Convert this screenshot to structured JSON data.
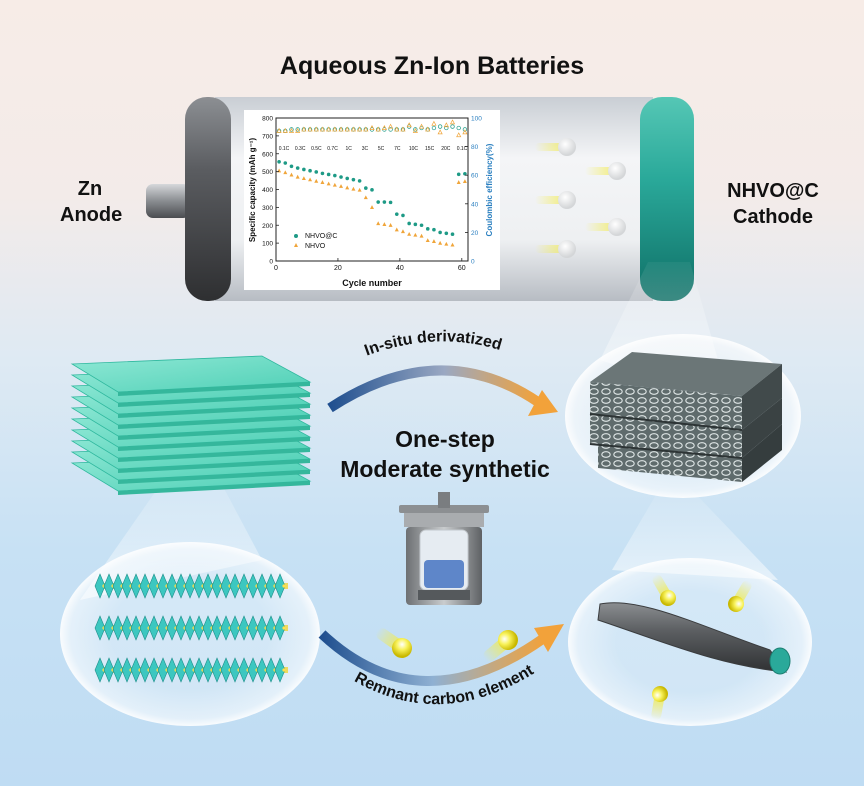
{
  "title": "Aqueous Zn-Ion Batteries",
  "anode": {
    "line1": "Zn",
    "line2": "Anode"
  },
  "cathode": {
    "line1": "NHVO@C",
    "line2": "Cathode"
  },
  "process": {
    "top_arrow": "In-situ derivatized",
    "bottom_arrow": "Remnant carbon element",
    "center_line1": "One-step",
    "center_line2": "Moderate synthetic"
  },
  "colors": {
    "teal": "#2aa99a",
    "arrow_start": "#1f4f8f",
    "arrow_end": "#f2a23a",
    "ion": "#f3ec4a"
  },
  "chart_data": {
    "type": "scatter",
    "xlabel": "Cycle number",
    "ylabel": "Specific capacity (mAh g⁻¹)",
    "y2label": "Coulombic efficiency(%)",
    "xlim": [
      0,
      62
    ],
    "ylim": [
      0,
      800
    ],
    "y2lim": [
      0,
      100
    ],
    "xticks": [
      "0",
      "20",
      "40",
      "60"
    ],
    "yticks": [
      "0",
      "100",
      "200",
      "300",
      "400",
      "500",
      "600",
      "700",
      "800"
    ],
    "y2ticks": [
      "0",
      "20",
      "40",
      "60",
      "80",
      "100"
    ],
    "rate_labels": [
      "0.1C",
      "0.3C",
      "0.5C",
      "0.7C",
      "1C",
      "3C",
      "5C",
      "7C",
      "10C",
      "15C",
      "20C",
      "0.1C"
    ],
    "legend": [
      "NHVO@C",
      "NHVO"
    ],
    "series": [
      {
        "name": "NHVO@C",
        "color": "#1e9a86",
        "x": [
          1,
          3,
          5,
          7,
          9,
          11,
          13,
          15,
          17,
          19,
          21,
          23,
          25,
          27,
          29,
          31,
          33,
          35,
          37,
          39,
          41,
          43,
          45,
          47,
          49,
          51,
          53,
          55,
          57,
          59,
          61
        ],
        "values": [
          555,
          548,
          530,
          520,
          512,
          505,
          498,
          490,
          484,
          478,
          470,
          462,
          455,
          448,
          408,
          398,
          330,
          330,
          328,
          262,
          255,
          210,
          205,
          200,
          180,
          175,
          160,
          155,
          150,
          485,
          488
        ]
      },
      {
        "name": "NHVO",
        "color": "#f0a53a",
        "x": [
          1,
          3,
          5,
          7,
          9,
          11,
          13,
          15,
          17,
          19,
          21,
          23,
          25,
          27,
          29,
          31,
          33,
          35,
          37,
          39,
          41,
          43,
          45,
          47,
          49,
          51,
          53,
          55,
          57,
          59,
          61
        ],
        "values": [
          505,
          495,
          482,
          470,
          462,
          455,
          447,
          440,
          432,
          425,
          418,
          410,
          403,
          397,
          355,
          300,
          210,
          205,
          200,
          175,
          165,
          150,
          145,
          140,
          115,
          110,
          100,
          95,
          90,
          440,
          445
        ]
      },
      {
        "name": "NHVO@C CE",
        "color": "#1e9a86",
        "x": [
          1,
          3,
          5,
          7,
          9,
          11,
          13,
          15,
          17,
          19,
          21,
          23,
          25,
          27,
          29,
          31,
          33,
          35,
          37,
          39,
          41,
          43,
          45,
          47,
          49,
          51,
          53,
          55,
          57,
          59,
          61
        ],
        "values": [
          91,
          91,
          92,
          92,
          92,
          92,
          92,
          92,
          92,
          92,
          92,
          92,
          92,
          92,
          92,
          92,
          92,
          92,
          92,
          92,
          92,
          94,
          92,
          93,
          92,
          93,
          94,
          93,
          94,
          93,
          92
        ]
      },
      {
        "name": "NHVO CE",
        "color": "#f0a53a",
        "x": [
          1,
          3,
          5,
          7,
          9,
          11,
          13,
          15,
          17,
          19,
          21,
          23,
          25,
          27,
          29,
          31,
          33,
          35,
          37,
          39,
          41,
          43,
          45,
          47,
          49,
          51,
          53,
          55,
          57,
          59,
          61
        ],
        "values": [
          91,
          91,
          91,
          91,
          92,
          92,
          92,
          92,
          92,
          92,
          92,
          92,
          92,
          92,
          92,
          93,
          92,
          93,
          94,
          92,
          92,
          95,
          91,
          94,
          92,
          96,
          90,
          95,
          97,
          88,
          90
        ]
      }
    ]
  }
}
